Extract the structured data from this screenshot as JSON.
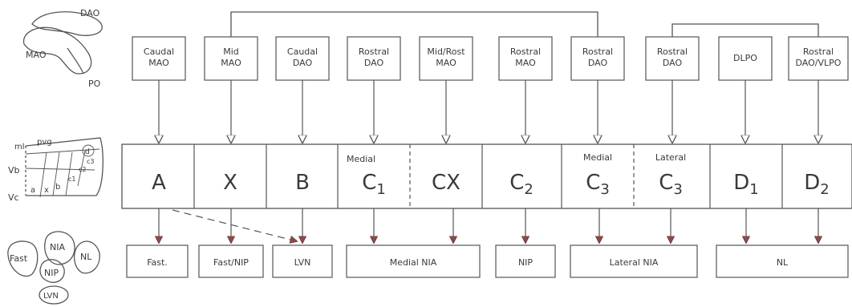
{
  "inset_labels": {
    "olive": {
      "dao": "DAO",
      "mao": "MAO",
      "po": "PO"
    },
    "cortex": {
      "ml": "ml",
      "pvg": "pvg",
      "vb": "Vb",
      "vc": "Vc",
      "a": "a",
      "x": "x",
      "b": "b",
      "c1": "c1",
      "c2": "c2",
      "c3": "c3",
      "d": "d"
    },
    "nuclei": {
      "fast": "Fast",
      "nia": "NIA",
      "nl": "NL",
      "nip": "NIP",
      "lvn": "LVN"
    }
  },
  "sources": [
    {
      "line1": "Caudal",
      "line2": "MAO"
    },
    {
      "line1": "Mid",
      "line2": "MAO"
    },
    {
      "line1": "Caudal",
      "line2": "DAO"
    },
    {
      "line1": "Rostral",
      "line2": "DAO"
    },
    {
      "line1": "Mid/Rost",
      "line2": "MAO"
    },
    {
      "line1": "Rostral",
      "line2": "MAO"
    },
    {
      "line1": "Rostral",
      "line2": "DAO"
    },
    {
      "line1": "Rostral",
      "line2": "DAO"
    },
    {
      "line1": "DLPO",
      "line2": ""
    },
    {
      "line1": "Rostral",
      "line2": "DAO/VLPO"
    }
  ],
  "zones": [
    {
      "prefix": "",
      "main": "A",
      "sub": ""
    },
    {
      "prefix": "",
      "main": "X",
      "sub": ""
    },
    {
      "prefix": "",
      "main": "B",
      "sub": ""
    },
    {
      "prefix": "Medial",
      "main": "C",
      "sub": "1"
    },
    {
      "prefix": "",
      "main": "CX",
      "sub": ""
    },
    {
      "prefix": "",
      "main": "C",
      "sub": "2"
    },
    {
      "prefix": "Medial",
      "main": "C",
      "sub": "3"
    },
    {
      "prefix": "Lateral",
      "main": "C",
      "sub": "3"
    },
    {
      "prefix": "",
      "main": "D",
      "sub": "1"
    },
    {
      "prefix": "",
      "main": "D",
      "sub": "2"
    }
  ],
  "targets": [
    "Fast.",
    "Fast/NIP",
    "LVN",
    "Medial NIA",
    "NIP",
    "Lateral NIA",
    "NL"
  ]
}
